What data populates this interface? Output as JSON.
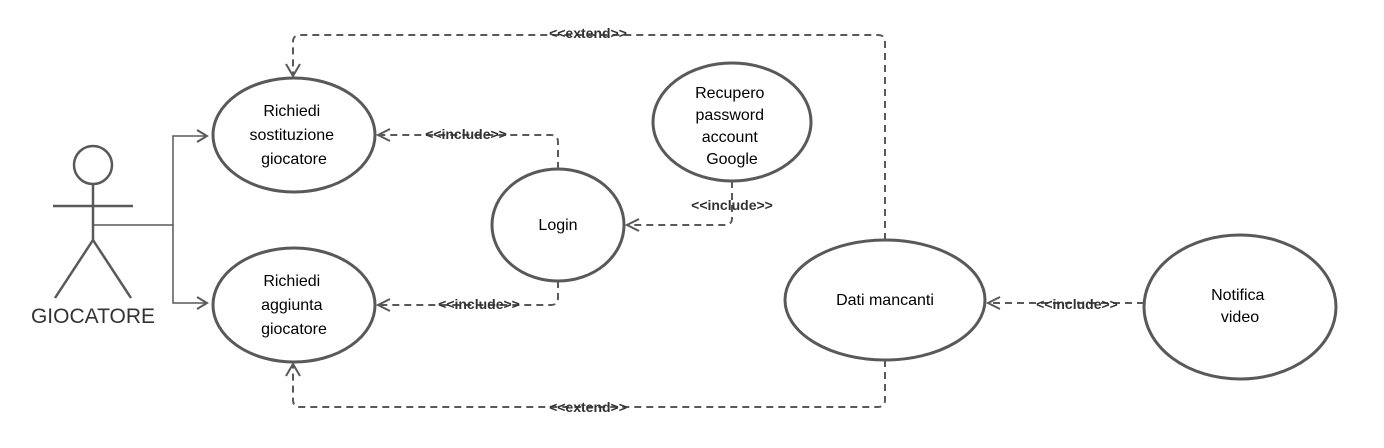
{
  "actor": {
    "label": "GIOCATORE"
  },
  "use_cases": {
    "sostituzione": {
      "lines": [
        "Richiedi",
        "sostituzione",
        "giocatore"
      ]
    },
    "aggiunta": {
      "lines": [
        "Richiedi",
        "aggiunta",
        "giocatore"
      ]
    },
    "login": {
      "lines": [
        "Login"
      ]
    },
    "recupero": {
      "lines": [
        "Recupero",
        "password",
        "account",
        "Google"
      ]
    },
    "dati": {
      "lines": [
        "Dati mancanti"
      ]
    },
    "notifica": {
      "lines": [
        "Notifica",
        "video"
      ]
    }
  },
  "relations": {
    "extend_top": "<<extend>>",
    "extend_bottom": "<<extend>>",
    "include_login_sostituzione": "<<include>>",
    "include_login_aggiunta": "<<include>>",
    "include_recupero_login": "<<include>>",
    "include_notifica_dati": "<<include>>"
  },
  "colors": {
    "stroke": "#595959",
    "text": "#000000",
    "label": "#333333"
  }
}
